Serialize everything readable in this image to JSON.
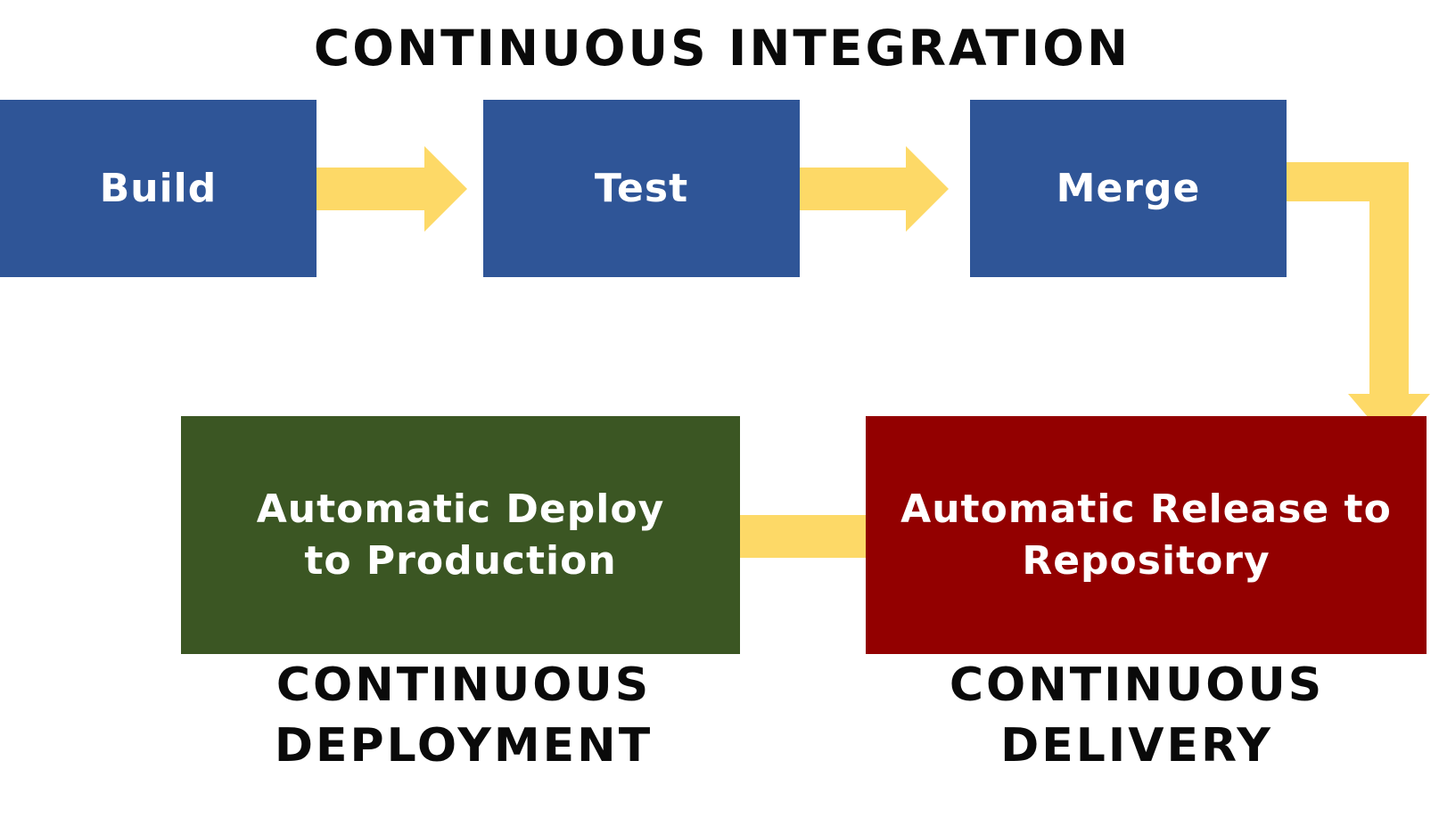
{
  "titles": {
    "continuous_integration": "CONTINUOUS INTEGRATION",
    "continuous_deployment": [
      "CONTINUOUS",
      "DEPLOYMENT"
    ],
    "continuous_delivery": [
      "CONTINUOUS",
      "DELIVERY"
    ]
  },
  "steps": {
    "build": "Build",
    "test": "Test",
    "merge": "Merge",
    "release": [
      "Automatic Release to",
      "Repository"
    ],
    "deploy": [
      "Automatic Deploy",
      "to Production"
    ]
  },
  "colors": {
    "ci_box": "#2f5597",
    "delivery_box": "#930000",
    "deployment_box": "#3b5623",
    "arrow": "#fdd967",
    "text_dark": "#0a0a0a",
    "text_light": "#ffffff"
  }
}
